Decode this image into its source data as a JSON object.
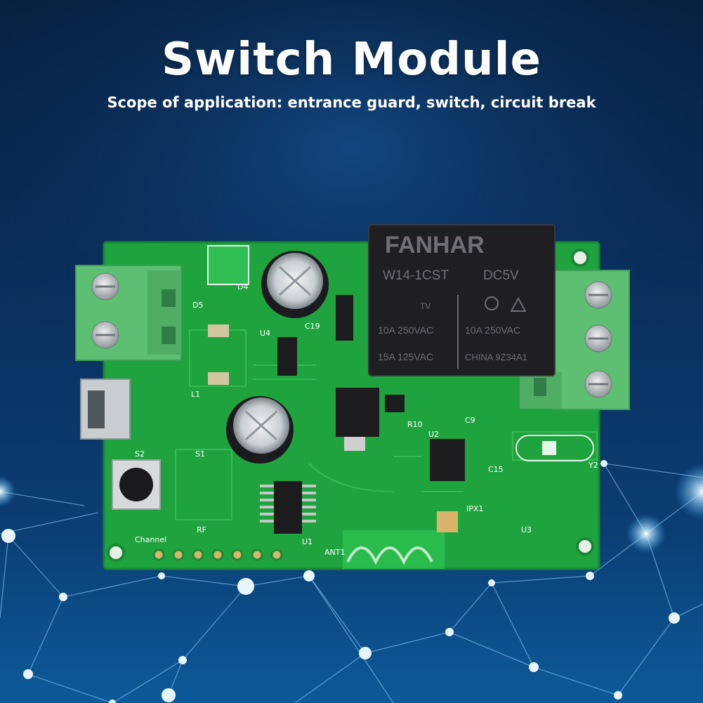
{
  "headline": {
    "title": "Switch Module",
    "subtitle": "Scope of application: entrance guard, switch, circuit break"
  },
  "relay_markings": {
    "brand": "FANHAR",
    "model": "W14-1CST",
    "coil": "DC5V",
    "cert": "TV",
    "rating_left_1": "10A 250VAC",
    "rating_left_2": "15A 125VAC",
    "rating_right_1": "10A 250VAC",
    "rating_right_2": "CHINA 9Z34A1"
  },
  "board_labels": {
    "c19": "C19",
    "l1": "L1",
    "u4": "U4",
    "d4": "D4",
    "d5": "D5",
    "s1": "S1",
    "s2": "S2",
    "u1": "U1",
    "u2": "U2",
    "u3": "U3",
    "y2": "Y2",
    "ant": "ANT1",
    "ipx": "IPX1",
    "channel": "Channel",
    "rf": "RF",
    "c15": "C15",
    "r10": "R10",
    "c9": "C9"
  },
  "colors": {
    "background_top": "#0a2a52",
    "background_bottom": "#0b4f8a",
    "pcb_green": "#1fa33f",
    "terminal_green": "#5cbf72",
    "relay_black": "#1f1f22"
  }
}
